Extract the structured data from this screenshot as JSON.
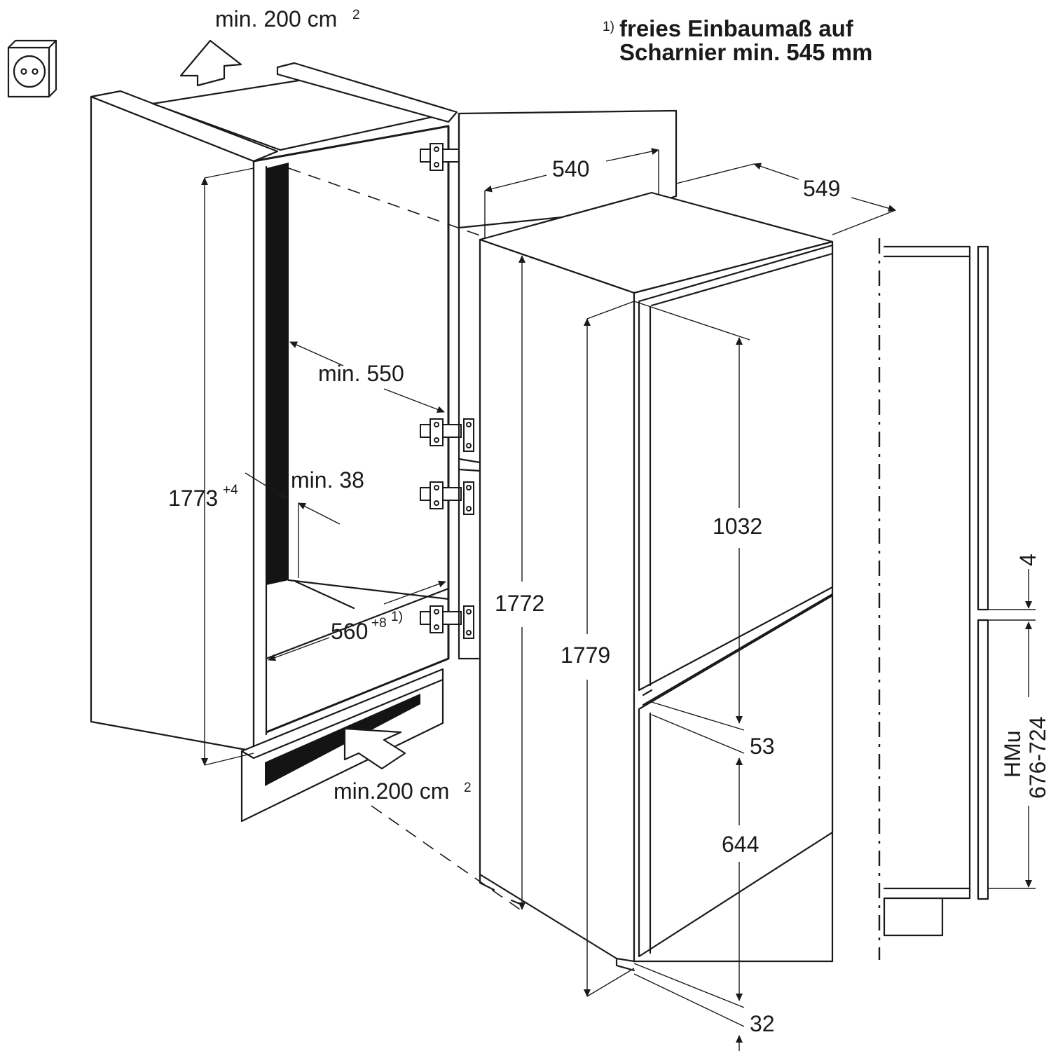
{
  "note": {
    "marker": "1)",
    "line1": "freies Einbaumaß auf",
    "line2": "Scharnier min. 545 mm"
  },
  "vent_top": {
    "text": "min. 200 cm",
    "sup": "2"
  },
  "vent_bottom": {
    "text": "min.200 cm",
    "sup": "2"
  },
  "niche": {
    "height": {
      "text": "1773",
      "sup": "+4"
    },
    "depth": "min. 550",
    "gap": "min. 38",
    "width": {
      "text": "560",
      "sup": "+8",
      "note": "1)"
    }
  },
  "appliance": {
    "width": "540",
    "depth": "549",
    "height_body": "1772",
    "height_total": "1779",
    "upper_door": "1032",
    "door_gap": "53",
    "lower_door": "644",
    "bottom_offset": "32"
  },
  "side_view": {
    "gap": "4",
    "range_label": "HMu",
    "range_value": "676-724"
  },
  "icons": [
    "power-socket-icon",
    "airflow-arrow-icon"
  ]
}
